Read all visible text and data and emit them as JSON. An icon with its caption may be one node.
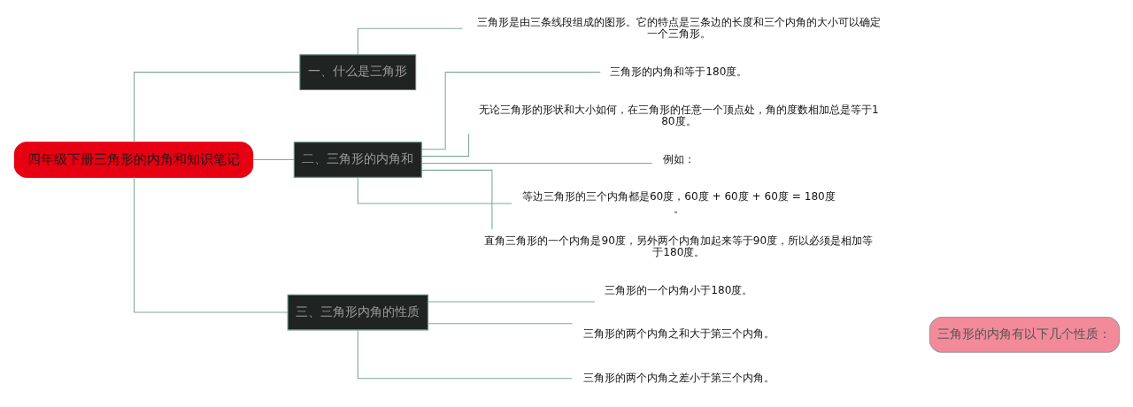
{
  "diagram": {
    "nodes": [
      {
        "text": [
          "四年级下册三角形的内角和知识笔记"
        ]
      },
      {
        "text": [
          "一、什么是三角形"
        ]
      },
      {
        "text": [
          "三角形是由三条线段组成的图形。它的特点是三条边的长度和三个内角的大小可以确定一个三角形。"
        ]
      },
      {
        "text": [
          "二、三角形的内角和"
        ]
      },
      {
        "text": [
          "三角形的内角和等于180度。"
        ]
      },
      {
        "text": [
          "无论三角形的形状和大小如何，在三角形的任意一个顶点处，角的度数相加总是等于180度。"
        ]
      },
      {
        "text": [
          "例如："
        ]
      },
      {
        "text": [
          "等边三角形的三个内角都是60度，60度 + 60度 + 60度 = 180度。"
        ]
      },
      {
        "text": [
          "直角三角形的一个内角是90度，另外两个内角加起来等于90度，所以必须是相加等于180度。"
        ]
      },
      {
        "text": [
          "三、三角形内角的性质"
        ]
      },
      {
        "text": [
          "三角形的一个内角小于180度。"
        ]
      },
      {
        "text": [
          "三角形的两个内角之和大于第三个内角。"
        ]
      },
      {
        "text": [
          "三角形的两个内角之差小于第三个内角。"
        ]
      },
      {
        "text": [
          "三角形的内角有以下几个性质："
        ]
      }
    ],
    "edges": [
      {
        "from": 0,
        "to": 1,
        "arrow": "none"
      },
      {
        "from": 0,
        "to": 3,
        "arrow": "none"
      },
      {
        "from": 0,
        "to": 9,
        "arrow": "none"
      },
      {
        "from": 1,
        "to": 2,
        "arrow": "none"
      },
      {
        "from": 3,
        "to": 4,
        "arrow": "none"
      },
      {
        "from": 3,
        "to": 5,
        "arrow": "none"
      },
      {
        "from": 3,
        "to": 6,
        "arrow": "none"
      },
      {
        "from": 3,
        "to": 7,
        "arrow": "none"
      },
      {
        "from": 3,
        "to": 8,
        "arrow": "none"
      },
      {
        "from": 9,
        "to": 10,
        "arrow": "none"
      },
      {
        "from": 9,
        "to": 11,
        "arrow": "none"
      },
      {
        "from": 9,
        "to": 12,
        "arrow": "none"
      }
    ]
  }
}
